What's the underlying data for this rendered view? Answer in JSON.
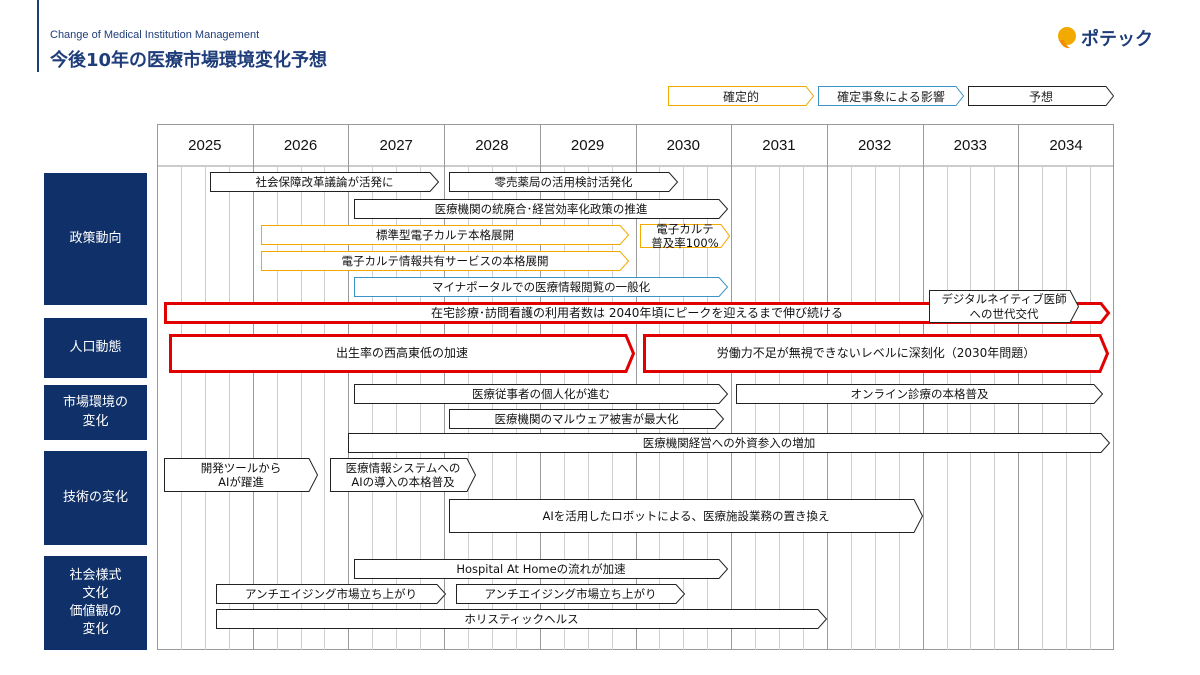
{
  "header": {
    "subtitle": "Change of Medical Institution Management",
    "title": "今後10年の医療市場環境変化予想",
    "logo_text": "ポテック"
  },
  "legend": [
    {
      "label": "確定的",
      "style": "certain",
      "color": "#f2a900"
    },
    {
      "label": "確定事象による影響",
      "style": "influence",
      "color": "#3a94c9"
    },
    {
      "label": "予想",
      "style": "forecast",
      "color": "#222222"
    }
  ],
  "years": [
    "2025",
    "2026",
    "2027",
    "2028",
    "2029",
    "2030",
    "2031",
    "2032",
    "2033",
    "2034"
  ],
  "categories": [
    {
      "label": "政策動向"
    },
    {
      "label": "人口動態"
    },
    {
      "label": "市場環境の\n変化"
    },
    {
      "label": "技術の変化"
    },
    {
      "label": "社会様式\n文化\n価値観の\n変化"
    }
  ],
  "bars": [
    {
      "label": "社会保障改革議論が活発に",
      "style": "forecast"
    },
    {
      "label": "零売薬局の活用検討活発化",
      "style": "forecast"
    },
    {
      "label": "医療機関の統廃合･経営効率化政策の推進",
      "style": "forecast"
    },
    {
      "label": "標準型電子カルテ本格展開",
      "style": "certain"
    },
    {
      "label": "電子カルテ\n普及率100%",
      "style": "certain"
    },
    {
      "label": "電子カルテ情報共有サービスの本格展開",
      "style": "certain"
    },
    {
      "label": "マイナポータルでの医療情報閲覧の一般化",
      "style": "influence"
    },
    {
      "label": "在宅診療･訪問看護の利用者数は 2040年頃にピークを迎えるまで伸び続ける",
      "style": "highlight"
    },
    {
      "label": "デジタルネイティブ医師\nへの世代交代",
      "style": "forecast"
    },
    {
      "label": "出生率の西高東低の加速",
      "style": "highlight"
    },
    {
      "label": "労働力不足が無視できないレベルに深刻化（2030年問題）",
      "style": "highlight"
    },
    {
      "label": "医療従事者の個人化が進む",
      "style": "forecast"
    },
    {
      "label": "オンライン診療の本格普及",
      "style": "forecast"
    },
    {
      "label": "医療機関のマルウェア被害が最大化",
      "style": "forecast"
    },
    {
      "label": "医療機関経営への外資参入の増加",
      "style": "forecast"
    },
    {
      "label": "開発ツールから\nAIが躍進",
      "style": "forecast"
    },
    {
      "label": "医療情報システムへの\nAIの導入の本格普及",
      "style": "forecast"
    },
    {
      "label": "AIを活用したロボットによる、医療施設業務の置き換え",
      "style": "forecast"
    },
    {
      "label": "Hospital At Homeの流れが加速",
      "style": "forecast"
    },
    {
      "label": "アンチエイジング市場立ち上がり",
      "style": "forecast"
    },
    {
      "label": "アンチエイジング市場立ち上がり",
      "style": "forecast"
    },
    {
      "label": "ホリスティックヘルス",
      "style": "forecast"
    }
  ]
}
